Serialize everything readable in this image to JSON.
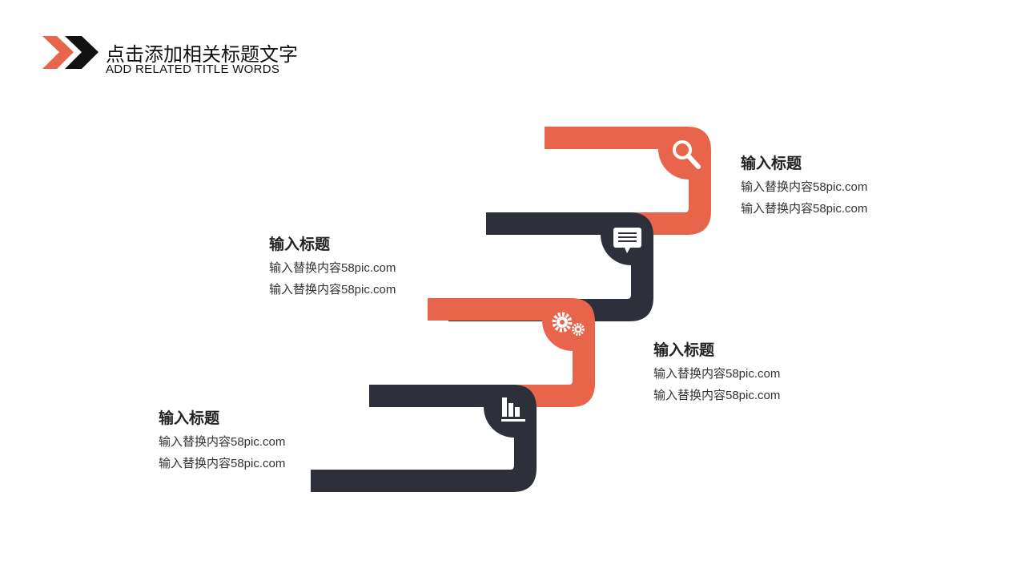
{
  "header": {
    "title": "点击添加相关标题文字",
    "subtitle": "ADD RELATED TITLE WORDS"
  },
  "colors": {
    "accent": "#E8654B",
    "dark": "#2D303A"
  },
  "steps": [
    {
      "icon": "bar-chart-icon",
      "title": "输入标题",
      "line1": "输入替换内容58pic.com",
      "line2": "输入替换内容58pic.com"
    },
    {
      "icon": "gears-icon",
      "title": "输入标题",
      "line1": "输入替换内容58pic.com",
      "line2": "输入替换内容58pic.com"
    },
    {
      "icon": "chat-icon",
      "title": "输入标题",
      "line1": "输入替换内容58pic.com",
      "line2": "输入替换内容58pic.com"
    },
    {
      "icon": "search-icon",
      "title": "输入标题",
      "line1": "输入替换内容58pic.com",
      "line2": "输入替换内容58pic.com"
    }
  ]
}
